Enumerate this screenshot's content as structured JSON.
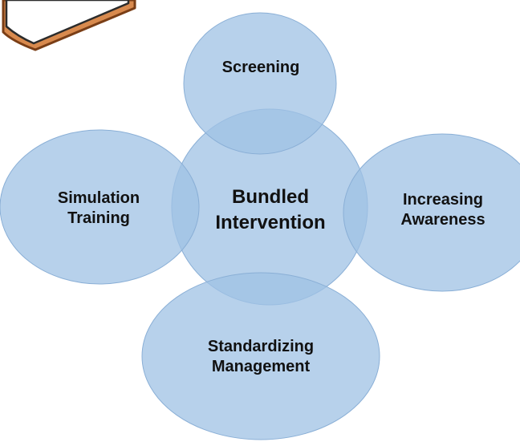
{
  "diagram": {
    "center": {
      "line1": "Bundled",
      "line2": "Intervention"
    },
    "top": {
      "line1": "Screening"
    },
    "left": {
      "line1": "Simulation",
      "line2": "Training"
    },
    "right": {
      "line1": "Increasing",
      "line2": "Awareness"
    },
    "bottom": {
      "line1": "Standardizing",
      "line2": "Management"
    },
    "colors": {
      "circle_fill": "#9fc2e4",
      "circle_stroke": "#8aafd6",
      "clipboard_border": "#8b4a1c",
      "clipboard_fill": "#d88a4e",
      "clipboard_paper": "#ffffff"
    },
    "icons": {
      "corner": "clipboard-icon"
    }
  }
}
